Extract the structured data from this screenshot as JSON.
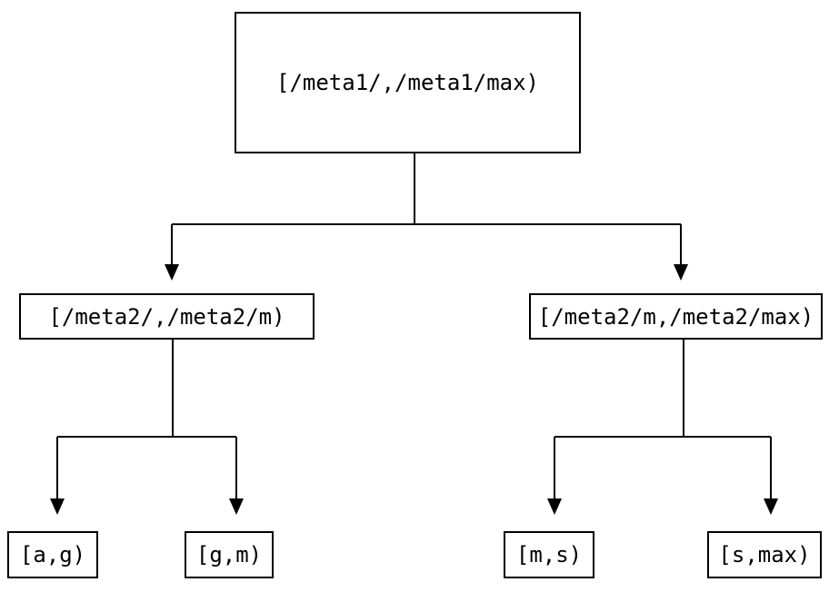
{
  "diagram": {
    "type": "tree",
    "background_color": "#ffffff",
    "line_color": "#000000",
    "text_color": "#000000",
    "nodes": {
      "root": "[/meta1/,/meta1/max)",
      "meta2_low": "[/meta2/,/meta2/m)",
      "meta2_high": "[/meta2/m,/meta2/max)",
      "leaf_a_g": "[a,g)",
      "leaf_g_m": "[g,m)",
      "leaf_m_s": "[m,s)",
      "leaf_s_max": "[s,max)"
    },
    "edges": [
      {
        "from": "root",
        "to": "meta2_low"
      },
      {
        "from": "root",
        "to": "meta2_high"
      },
      {
        "from": "meta2_low",
        "to": "leaf_a_g"
      },
      {
        "from": "meta2_low",
        "to": "leaf_g_m"
      },
      {
        "from": "meta2_high",
        "to": "leaf_m_s"
      },
      {
        "from": "meta2_high",
        "to": "leaf_s_max"
      }
    ]
  }
}
